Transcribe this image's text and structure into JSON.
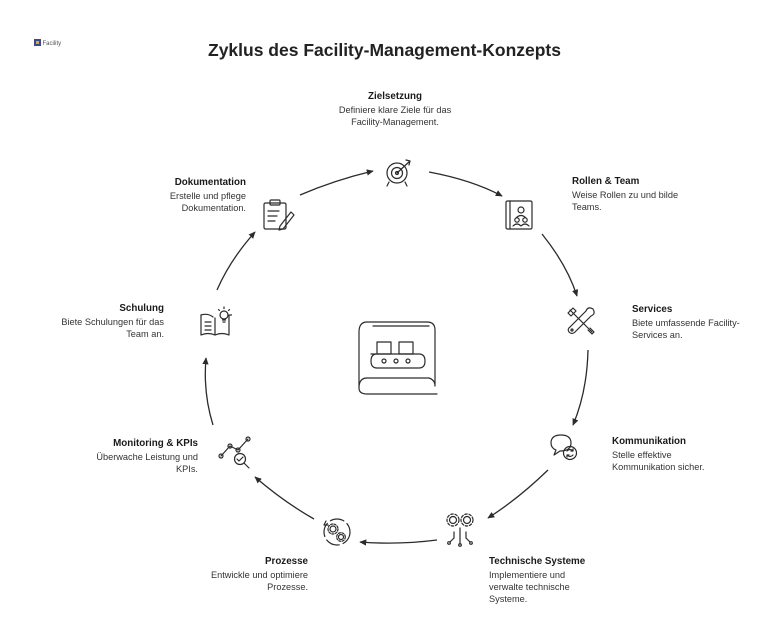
{
  "title": "Zyklus des Facility-Management-Konzepts",
  "logo_text": "Facility",
  "steps": [
    {
      "title": "Zielsetzung",
      "desc": "Definiere klare Ziele für das Facility-Management.",
      "icon": "target-icon"
    },
    {
      "title": "Rollen & Team",
      "desc": "Weise Rollen zu und bilde Teams.",
      "icon": "team-roles-icon"
    },
    {
      "title": "Services",
      "desc": "Biete umfassende Facility-Services an.",
      "icon": "tools-icon"
    },
    {
      "title": "Kommunikation",
      "desc": "Stelle effektive Kommunikation sicher.",
      "icon": "chat-icon"
    },
    {
      "title": "Technische Systeme",
      "desc": "Implementiere und verwalte technische Systeme.",
      "icon": "gears-circuit-icon"
    },
    {
      "title": "Prozesse",
      "desc": "Entwickle und optimiere Prozesse.",
      "icon": "process-cycle-icon"
    },
    {
      "title": "Monitoring & KPIs",
      "desc": "Überwache Leistung und KPIs.",
      "icon": "analytics-icon"
    },
    {
      "title": "Schulung",
      "desc": "Biete Schulungen für das Team an.",
      "icon": "book-idea-icon"
    },
    {
      "title": "Dokumentation",
      "desc": "Erstelle und pflege Dokumentation.",
      "icon": "clipboard-icon"
    }
  ],
  "center_icon": "conveyor-blueprint-icon"
}
